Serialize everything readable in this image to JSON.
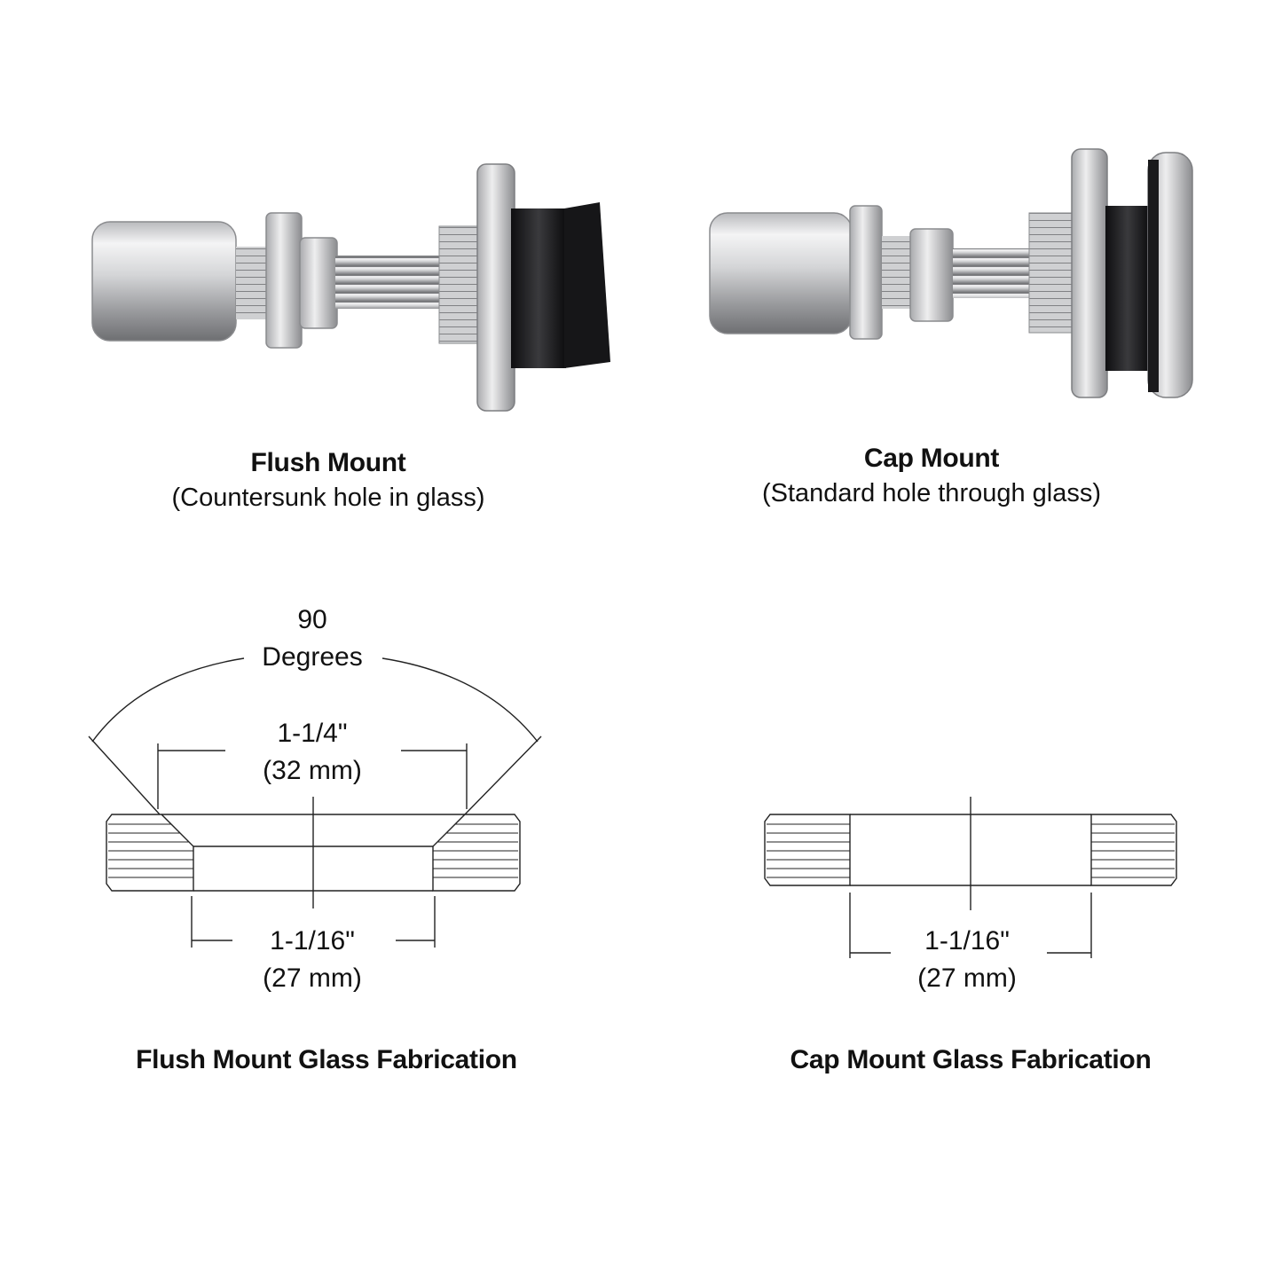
{
  "flush_mount": {
    "title": "Flush Mount",
    "subtitle": "(Countersunk hole in glass)"
  },
  "cap_mount": {
    "title": "Cap Mount",
    "subtitle": "(Standard hole through glass)"
  },
  "flush_fab": {
    "angle_value": "90",
    "angle_unit": "Degrees",
    "top_dim": "1-1/4\"",
    "top_dim_mm": "(32 mm)",
    "bottom_dim": "1-1/16\"",
    "bottom_dim_mm": "(27 mm)",
    "caption": "Flush Mount Glass Fabrication"
  },
  "cap_fab": {
    "bottom_dim": "1-1/16\"",
    "bottom_dim_mm": "(27 mm)",
    "caption": "Cap Mount Glass Fabrication"
  },
  "colors": {
    "steel_light": "#e9e9ea",
    "steel_dark": "#8a8b8e",
    "rubber": "#1c1c1e",
    "line": "#222222"
  }
}
